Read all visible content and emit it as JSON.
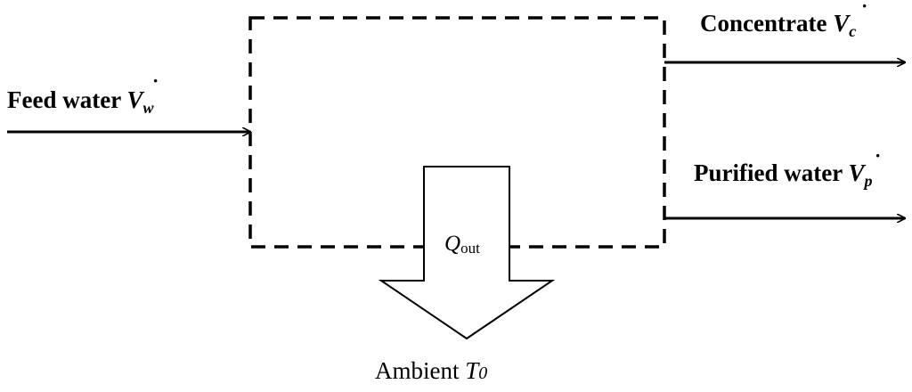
{
  "diagram": {
    "feed": {
      "label": "Feed water ",
      "symbol": "V",
      "subscript": "w"
    },
    "concentrate": {
      "label": "Concentrate ",
      "symbol": "V",
      "subscript": "c"
    },
    "purified": {
      "label": "Purified water ",
      "symbol": "V",
      "subscript": "p"
    },
    "heat": {
      "symbol": "Q",
      "subscript": "out"
    },
    "ambient": {
      "label": "Ambient ",
      "symbol": "T",
      "subscript": "0"
    }
  },
  "colors": {
    "stroke": "#000000",
    "background": "#ffffff"
  }
}
